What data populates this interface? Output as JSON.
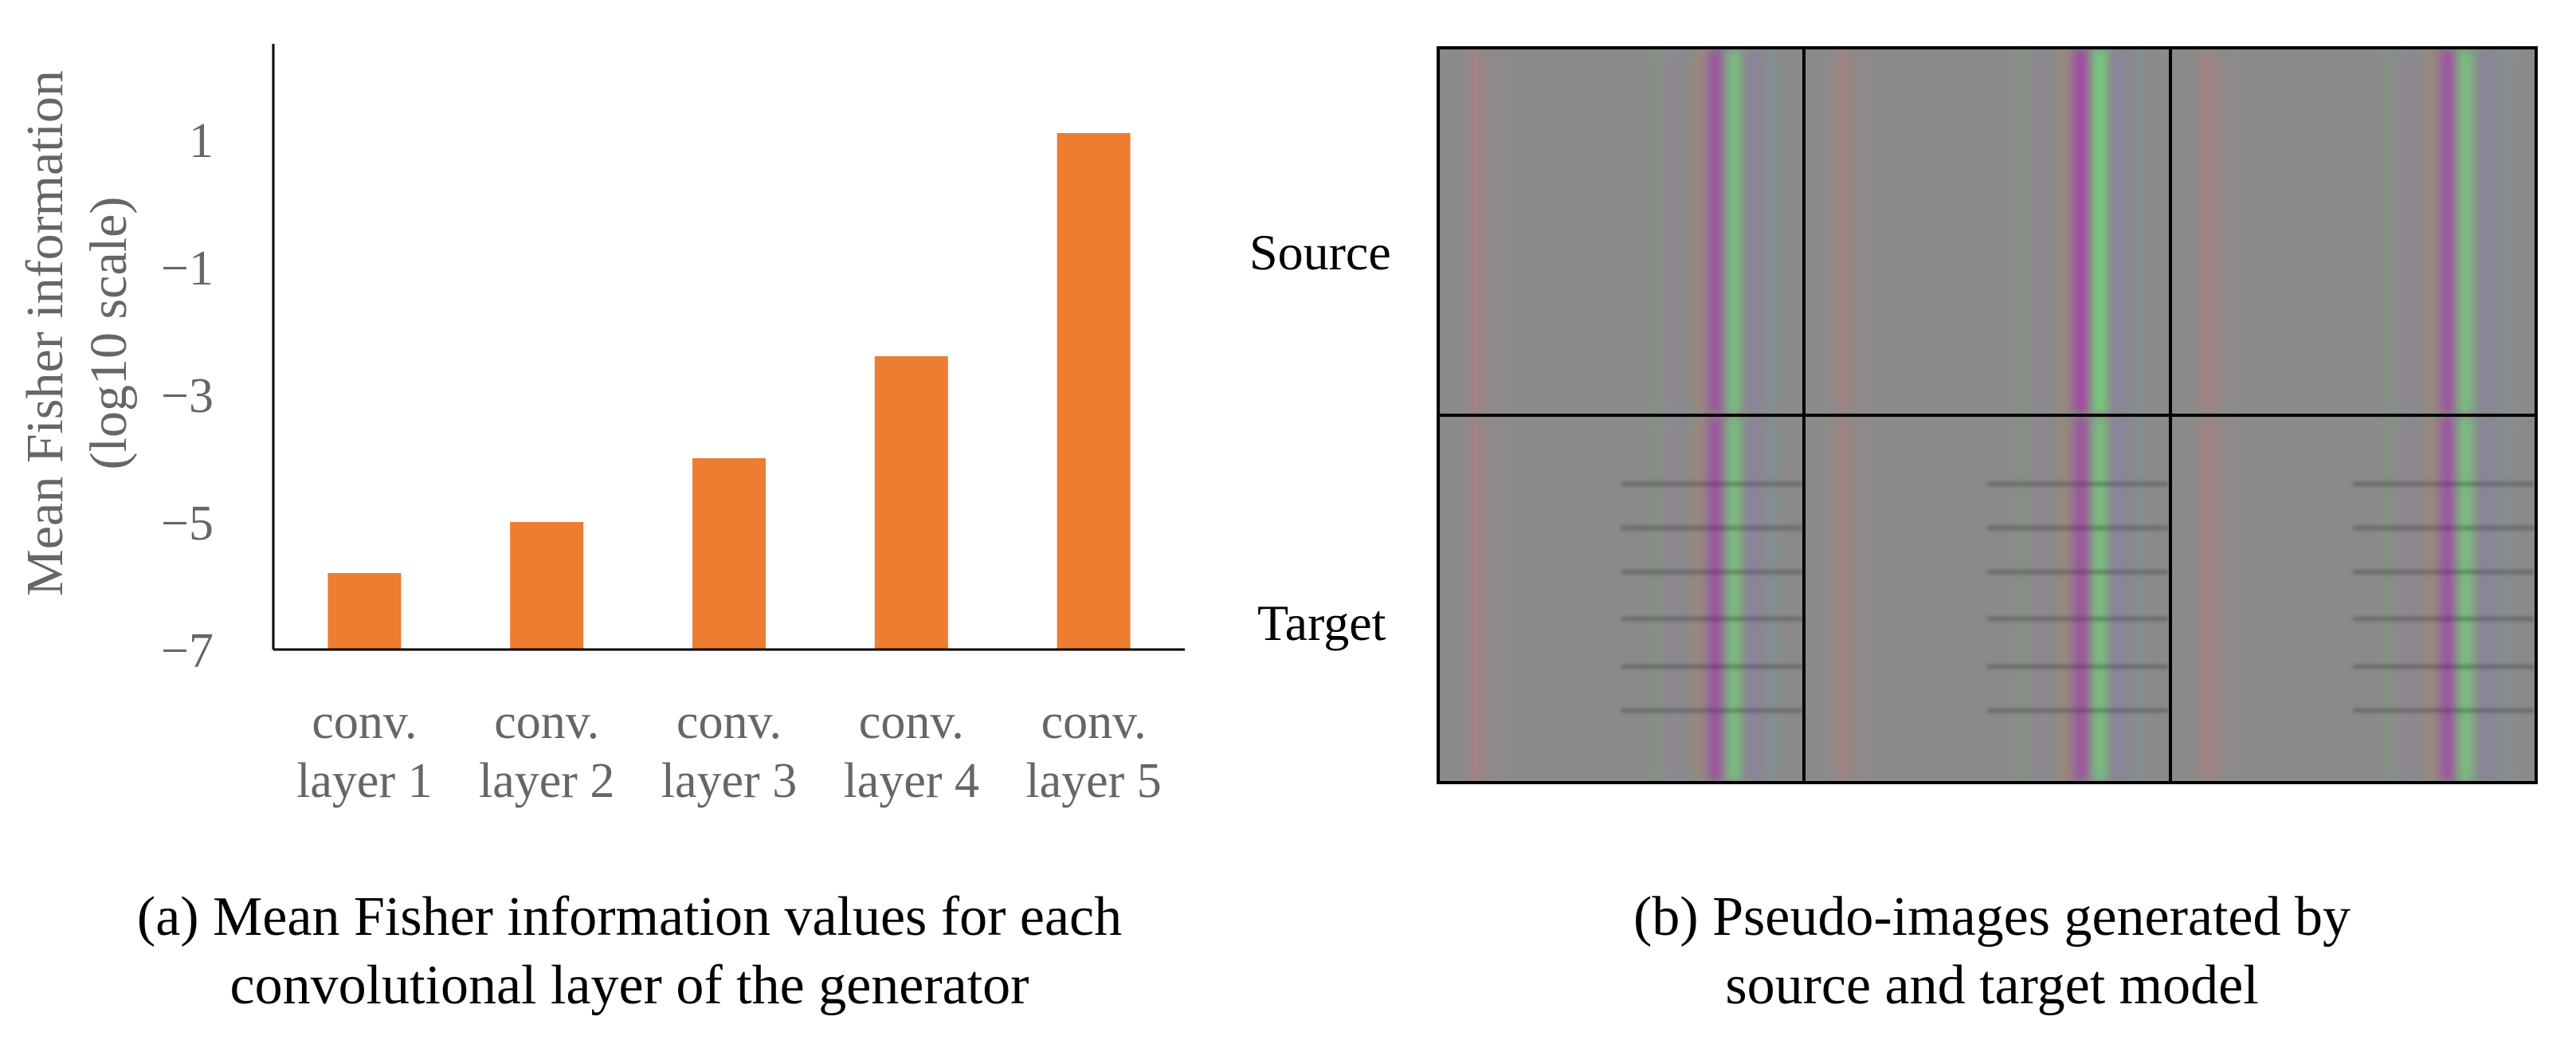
{
  "chart_data": {
    "type": "bar",
    "categories": [
      [
        "conv.",
        "layer 1"
      ],
      [
        "conv.",
        "layer 2"
      ],
      [
        "conv.",
        "layer 3"
      ],
      [
        "conv.",
        "layer 4"
      ],
      [
        "conv.",
        "layer 5"
      ]
    ],
    "values": [
      -5.8,
      -5.0,
      -4.0,
      -2.4,
      1.1
    ],
    "ylabel": [
      "Mean Fisher information",
      "(log10 scale)"
    ],
    "ylim": [
      -7,
      2.5
    ],
    "yticks": [
      "1",
      "−1",
      "−3",
      "−5",
      "−7"
    ],
    "ytick_values": [
      1,
      -1,
      -3,
      -5,
      -7
    ],
    "bar_color": "#ED7D31",
    "grid": false
  },
  "caption_a": [
    "(a) Mean Fisher information values for each",
    "convolutional layer of the generator"
  ],
  "caption_b": [
    "(b) Pseudo-images generated by",
    "source and target model"
  ],
  "row_labels": [
    "Source",
    "Target"
  ],
  "tiles": [
    {
      "row": "source",
      "style": "smooth"
    },
    {
      "row": "source",
      "style": "smooth-strong"
    },
    {
      "row": "source",
      "style": "smooth"
    },
    {
      "row": "target",
      "style": "banded"
    },
    {
      "row": "target",
      "style": "banded"
    },
    {
      "row": "target",
      "style": "banded"
    }
  ]
}
